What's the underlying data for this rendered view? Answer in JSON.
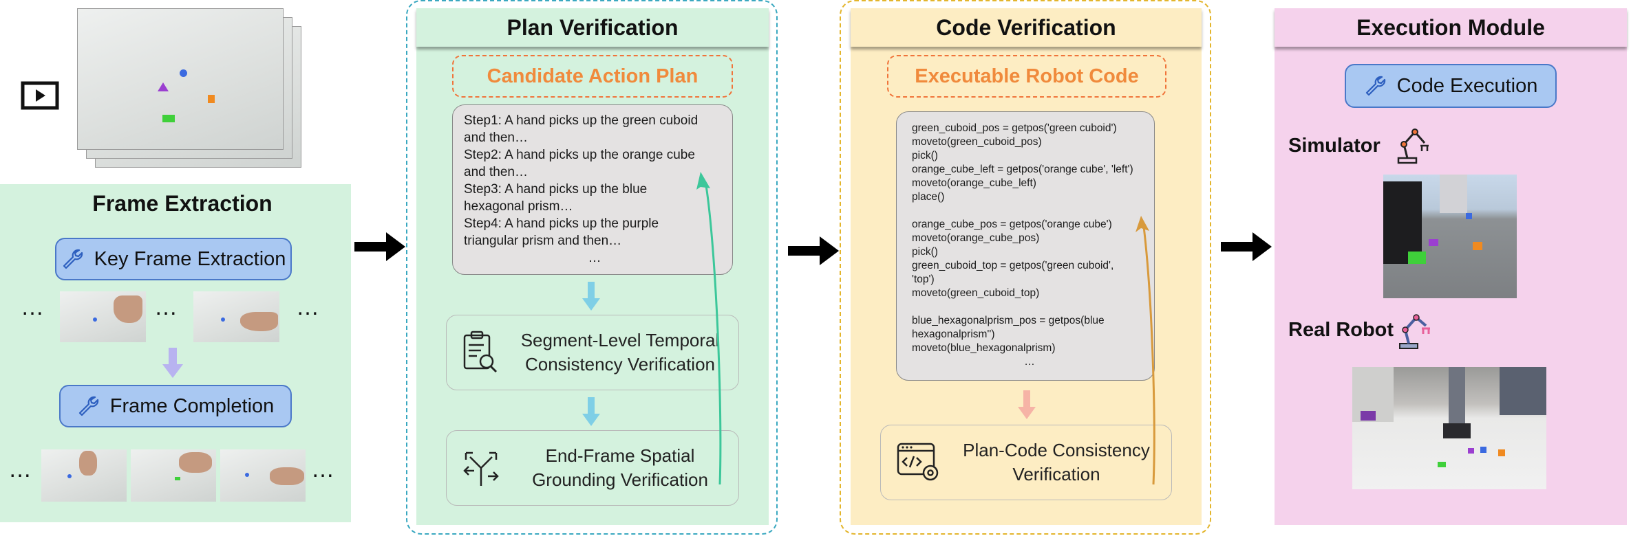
{
  "frame_extraction": {
    "title": "Frame Extraction",
    "key_frame_label": "Key Frame Extraction",
    "frame_completion_label": "Frame Completion",
    "ellipsis": "…"
  },
  "plan_verification": {
    "title": "Plan Verification",
    "candidate_label": "Candidate Action Plan",
    "steps": [
      "Step1: A hand picks up the green cuboid",
      "and then…",
      "Step2: A hand picks up the orange cube",
      "and then…",
      "Step3: A hand picks up the blue",
      "hexagonal prism…",
      "Step4: A hand picks up the purple",
      "triangular prism and then…",
      "…"
    ],
    "segment_line1": "Segment-Level Temporal",
    "segment_line2": "Consistency Verification",
    "endframe_line1": "End-Frame Spatial",
    "endframe_line2": "Grounding Verification"
  },
  "code_verification": {
    "title": "Code Verification",
    "executable_label": "Executable Robot Code",
    "code_lines": [
      "green_cuboid_pos = getpos('green cuboid')",
      "moveto(green_cuboid_pos)",
      "pick()",
      "orange_cube_left = getpos('orange cube', 'left')",
      "moveto(orange_cube_left)",
      "place()",
      "",
      "orange_cube_pos = getpos('orange cube')",
      "moveto(orange_cube_pos)",
      "pick()",
      "green_cuboid_top = getpos('green cuboid',",
      "'top')",
      "moveto(green_cuboid_top)",
      "",
      "blue_hexagonalprism_pos = getpos(blue",
      "hexagonalprism'')",
      "moveto(blue_hexagonalprism)",
      "…"
    ],
    "plan_code_line1": "Plan-Code Consistency",
    "plan_code_line2": "Verification"
  },
  "execution_module": {
    "title": "Execution Module",
    "code_execution_label": "Code Execution",
    "simulator_label": "Simulator",
    "real_robot_label": "Real Robot"
  },
  "colors": {
    "frame_bg": "#d4f2de",
    "plan_bg": "#d4f2de",
    "code_bg": "#fdedc3",
    "exec_bg": "#f5d2ec",
    "plan_border": "#3aa8c0",
    "code_border": "#e3b52c",
    "pill_fill": "#a9c8f2",
    "dashed_orange": "#f0743a",
    "green_arrow": "#3cc79a",
    "orange_arrow": "#d89a3c",
    "light_blue_arrow": "#7fcfe6",
    "salmon_arrow": "#f6b3a6",
    "lavender_arrow": "#b8b3f0"
  }
}
